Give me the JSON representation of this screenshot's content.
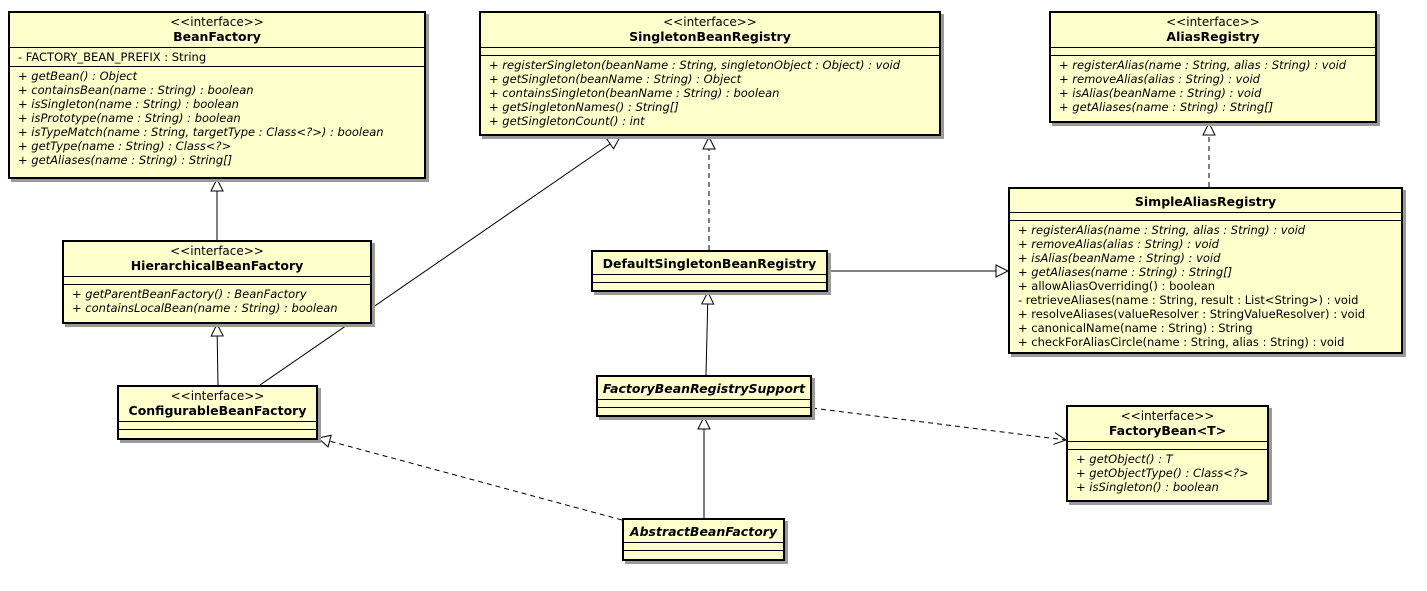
{
  "classes": {
    "bean_factory": {
      "stereotype": "<<interface>>",
      "name": "BeanFactory",
      "attributes": [
        "- FACTORY_BEAN_PREFIX : String"
      ],
      "operations": [
        "+ getBean() : Object",
        "+ containsBean(name : String) : boolean",
        "+ isSingleton(name : String) : boolean",
        "+ isPrototype(name : String) : boolean",
        "+ isTypeMatch(name : String, targetType : Class<?>) : boolean",
        "+ getType(name : String) : Class<?>",
        "+ getAliases(name : String) : String[]"
      ]
    },
    "singleton_bean_registry": {
      "stereotype": "<<interface>>",
      "name": "SingletonBeanRegistry",
      "operations": [
        "+ registerSingleton(beanName : String, singletonObject : Object) : void",
        "+ getSingleton(beanName : String) : Object",
        "+ containsSingleton(beanName : String) : boolean",
        "+ getSingletonNames() : String[]",
        "+ getSingletonCount() : int"
      ]
    },
    "alias_registry": {
      "stereotype": "<<interface>>",
      "name": "AliasRegistry",
      "operations": [
        "+ registerAlias(name : String, alias : String) : void",
        "+ removeAlias(alias : String) : void",
        "+ isAlias(beanName : String) : void",
        "+ getAliases(name : String) : String[]"
      ]
    },
    "hierarchical_bean_factory": {
      "stereotype": "<<interface>>",
      "name": "HierarchicalBeanFactory",
      "operations": [
        "+ getParentBeanFactory() : BeanFactory",
        "+ containsLocalBean(name : String) : boolean"
      ]
    },
    "default_singleton_bean_registry": {
      "name": "DefaultSingletonBeanRegistry"
    },
    "simple_alias_registry": {
      "name": "SimpleAliasRegistry",
      "operations_abstract": [
        "+ registerAlias(name : String, alias : String) : void",
        "+ removeAlias(alias : String) : void",
        "+ isAlias(beanName : String) : void",
        "+ getAliases(name : String) : String[]"
      ],
      "operations": [
        "+ allowAliasOverriding() : boolean",
        "- retrieveAliases(name : String, result : List<String>) : void",
        "+ resolveAliases(valueResolver : StringValueResolver) : void",
        "+ canonicalName(name : String) : String",
        "+ checkForAliasCircle(name : String, alias : String) : void"
      ]
    },
    "configurable_bean_factory": {
      "stereotype": "<<interface>>",
      "name": "ConfigurableBeanFactory"
    },
    "factory_bean_registry_support": {
      "name": "FactoryBeanRegistrySupport"
    },
    "factory_bean": {
      "stereotype": "<<interface>>",
      "name": "FactoryBean<T>",
      "operations": [
        "+ getObject() : T",
        "+ getObjectType() : Class<?>",
        "+ isSingleton() : boolean"
      ]
    },
    "abstract_bean_factory": {
      "name": "AbstractBeanFactory"
    }
  }
}
